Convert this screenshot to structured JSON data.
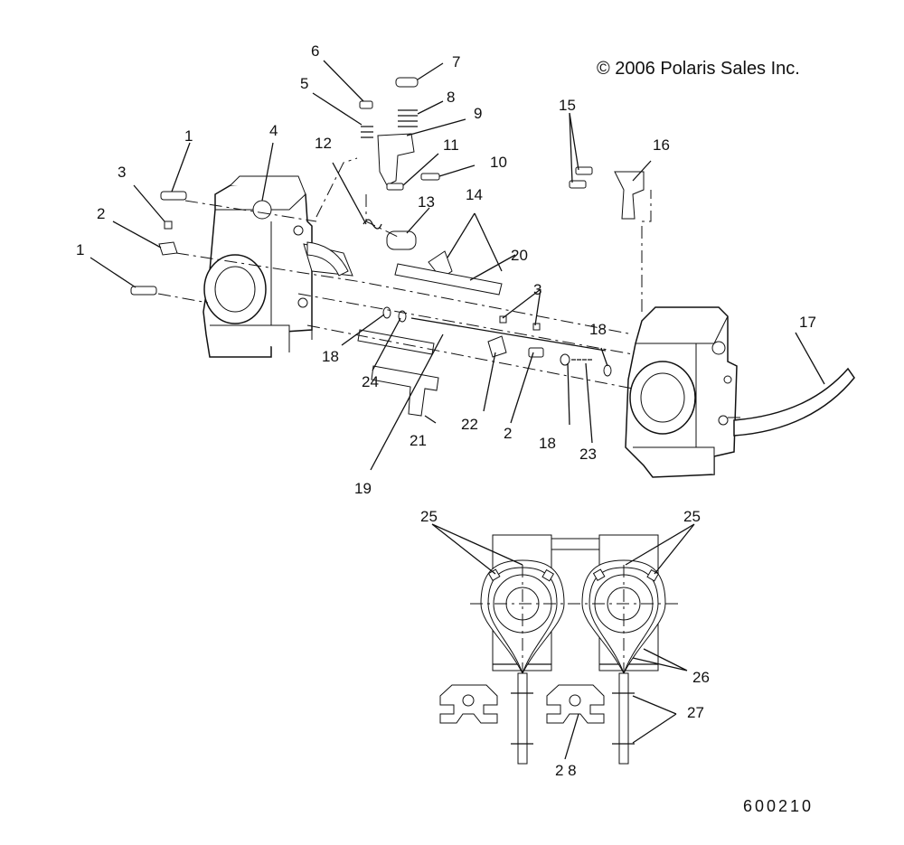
{
  "copyright": "© 2006 Polaris Sales Inc.",
  "drawing_number": "600210",
  "callouts": {
    "c1a": "1",
    "c1b": "1",
    "c2a": "2",
    "c2b": "2",
    "c3a": "3",
    "c3b": "3",
    "c4": "4",
    "c5": "5",
    "c6": "6",
    "c7": "7",
    "c8": "8",
    "c9": "9",
    "c10": "10",
    "c11": "11",
    "c12": "12",
    "c13": "13",
    "c14": "14",
    "c15": "15",
    "c16": "16",
    "c17": "17",
    "c18a": "18",
    "c18b": "18",
    "c18c": "18",
    "c19": "19",
    "c20": "20",
    "c21": "21",
    "c22": "22",
    "c23": "23",
    "c24": "24",
    "c25a": "25",
    "c25b": "25",
    "c26": "26",
    "c27": "27",
    "c28": "2 8"
  }
}
